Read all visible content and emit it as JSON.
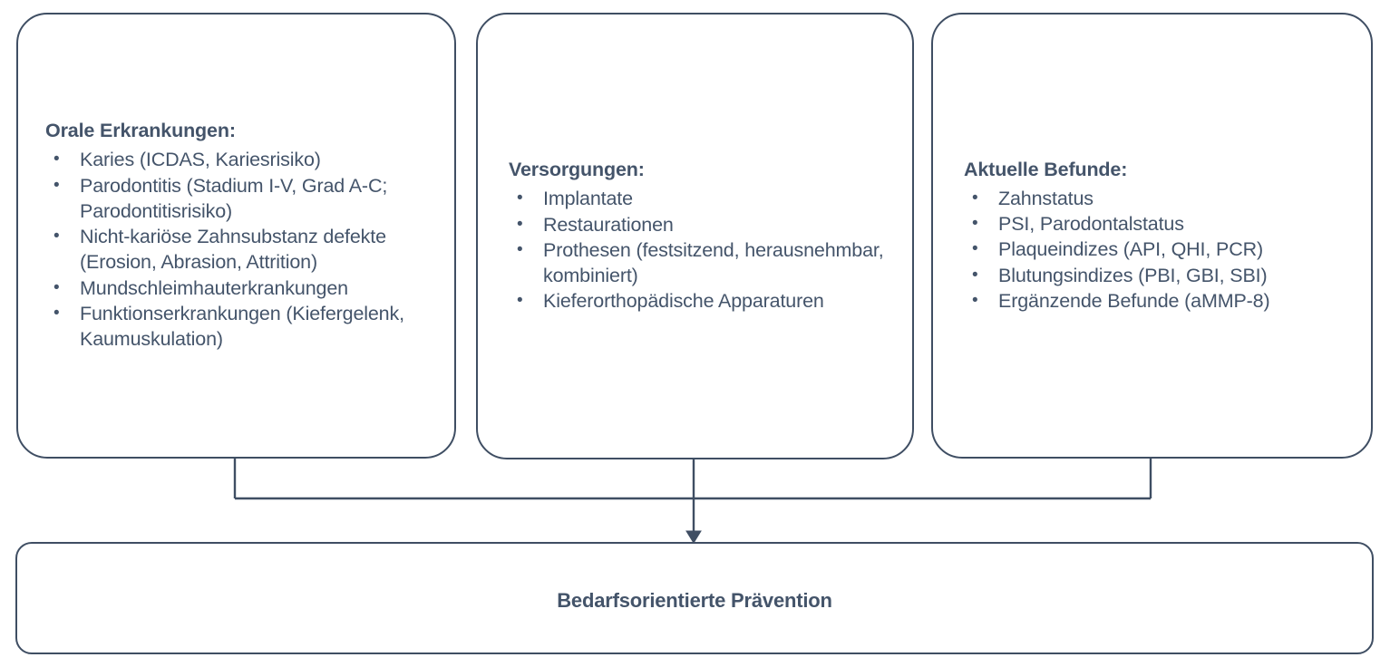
{
  "diagram": {
    "title": "Bedarfsorientierte Prävention",
    "accent_color": "#44546A",
    "border_color": "#3f4e63",
    "background_color": "#ffffff",
    "bullet_glyph": "•",
    "arrow_glyph": "▼"
  },
  "boxes": [
    {
      "id": "orale-erkrankungen",
      "title": "Orale Erkrankungen:",
      "items": [
        "Karies (ICDAS, Kariesrisiko)",
        "Parodontitis (Stadium I-V, Grad A-C; Parodontitisrisiko)",
        "Nicht-kariöse Zahnsubstanz defekte (Erosion, Abrasion, Attrition)",
        "Mundschleimhauterkrankungen",
        "Funktionserkrankungen (Kiefergelenk, Kaumuskulation)"
      ]
    },
    {
      "id": "versorgungen",
      "title": "Versorgungen:",
      "items": [
        "Implantate",
        "Restaurationen",
        "Prothesen (festsitzend, herausnehmbar, kombiniert)",
        "Kieferorthopädische Apparaturen"
      ]
    },
    {
      "id": "aktuelle-befunde",
      "title": "Aktuelle Befunde:",
      "items": [
        "Zahnstatus",
        "PSI, Parodontalstatus",
        "Plaqueindizes (API, QHI, PCR)",
        "Blutungsindizes (PBI, GBI, SBI)",
        "Ergänzende Befunde (aMMP-8)"
      ]
    }
  ],
  "result": {
    "label": "Bedarfsorientierte Prävention"
  }
}
